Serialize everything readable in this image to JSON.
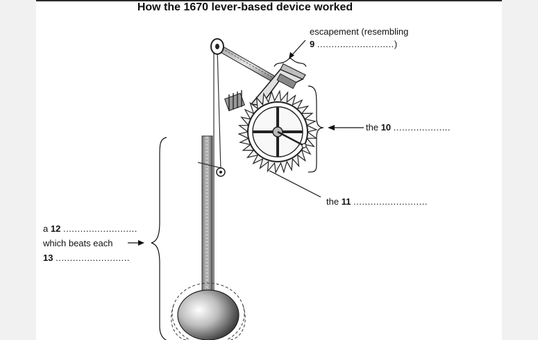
{
  "title": "How the 1670 lever-based device worked",
  "labels": {
    "escapement_line1": "escapement (resembling",
    "escapement_num": "9",
    "escapement_dots": "...........................)",
    "q10_prefix": "the",
    "q10_num": "10",
    "q10_dots": "....................",
    "q11_prefix": "the",
    "q11_num": "11",
    "q11_dots": "..........................",
    "q12_prefix": "a",
    "q12_num": "12",
    "q12_dots": "..........................",
    "q12_line2": "which beats each",
    "q13_num": "13",
    "q13_dots": ".........................."
  },
  "colors": {
    "ink": "#111111",
    "metal_light": "#d9d9d9",
    "metal_dark": "#555555",
    "side_panel": "#f1f1f1"
  }
}
